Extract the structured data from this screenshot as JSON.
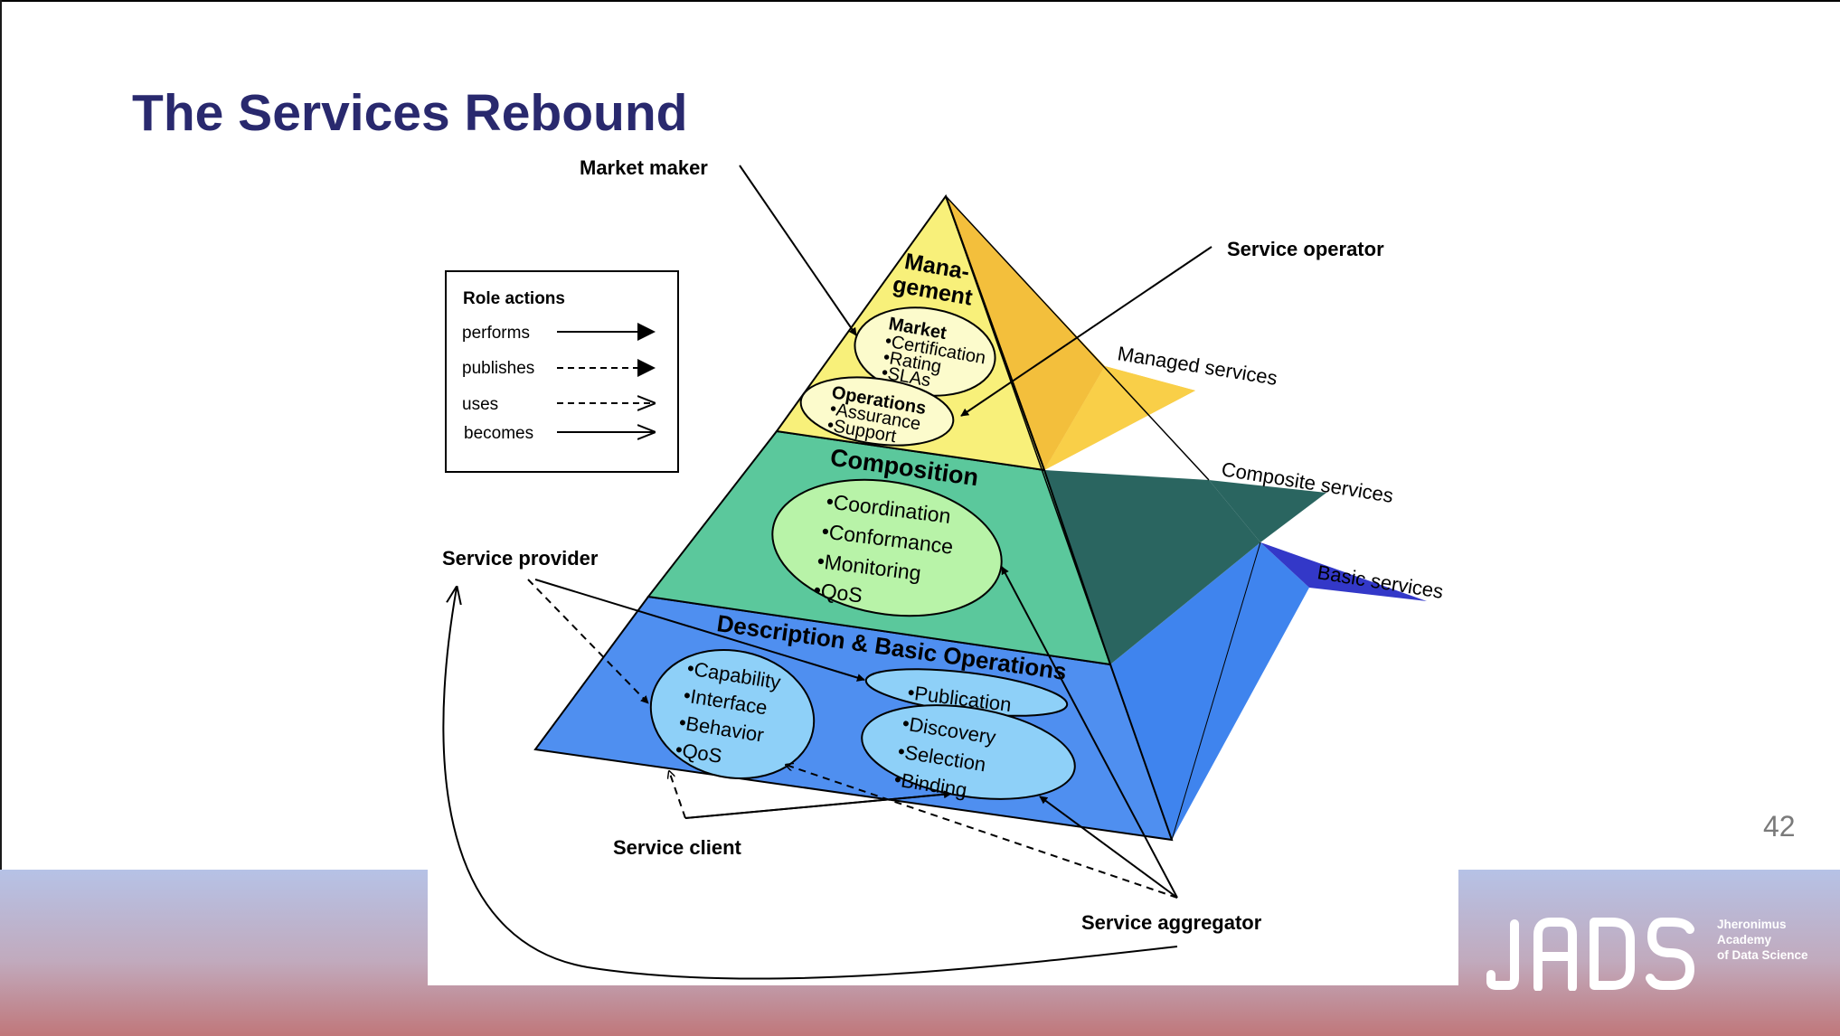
{
  "slide": {
    "title": "The Services Rebound",
    "page_number": "42"
  },
  "legend": {
    "title": "Role actions",
    "items": [
      "performs",
      "publishes",
      "uses",
      "becomes"
    ]
  },
  "roles": {
    "market_maker": "Market maker",
    "service_operator": "Service operator",
    "service_provider": "Service provider",
    "service_client": "Service client",
    "service_aggregator": "Service aggregator"
  },
  "layers": {
    "management": {
      "title_line1": "Mana-",
      "title_line2": "gement"
    },
    "composition": {
      "title": "Composition"
    },
    "description": {
      "title": "Description & Basic Operations"
    }
  },
  "side_labels": {
    "managed": "Managed services",
    "composite": "Composite services",
    "basic": "Basic services"
  },
  "ellipses": {
    "market": {
      "title": "Market",
      "items": [
        "•Certification",
        "•Rating",
        "•SLAs"
      ]
    },
    "operations": {
      "title": "Operations",
      "items": [
        "•Assurance",
        "•Support"
      ]
    },
    "composition": {
      "items": [
        "•Coordination",
        "•Conformance",
        "•Monitoring",
        "•QoS"
      ]
    },
    "capability": {
      "items": [
        "•Capability",
        "•Interface",
        "•Behavior",
        "•QoS"
      ]
    },
    "publication": {
      "items": [
        "•Publication"
      ]
    },
    "discovery": {
      "items": [
        "•Discovery",
        "•Selection",
        "•Binding"
      ]
    }
  },
  "colors": {
    "title": "#29296e",
    "management": "#f8f07a",
    "composition": "#5bc89c",
    "description": "#4f8ff0",
    "managed_side": "#f3bf3c",
    "composite_side": "#2a6560",
    "basic_side": "#3338c8"
  },
  "logo": {
    "text": "JADS",
    "subtitle": [
      "Jheronimus",
      "Academy",
      "of Data Science"
    ]
  }
}
